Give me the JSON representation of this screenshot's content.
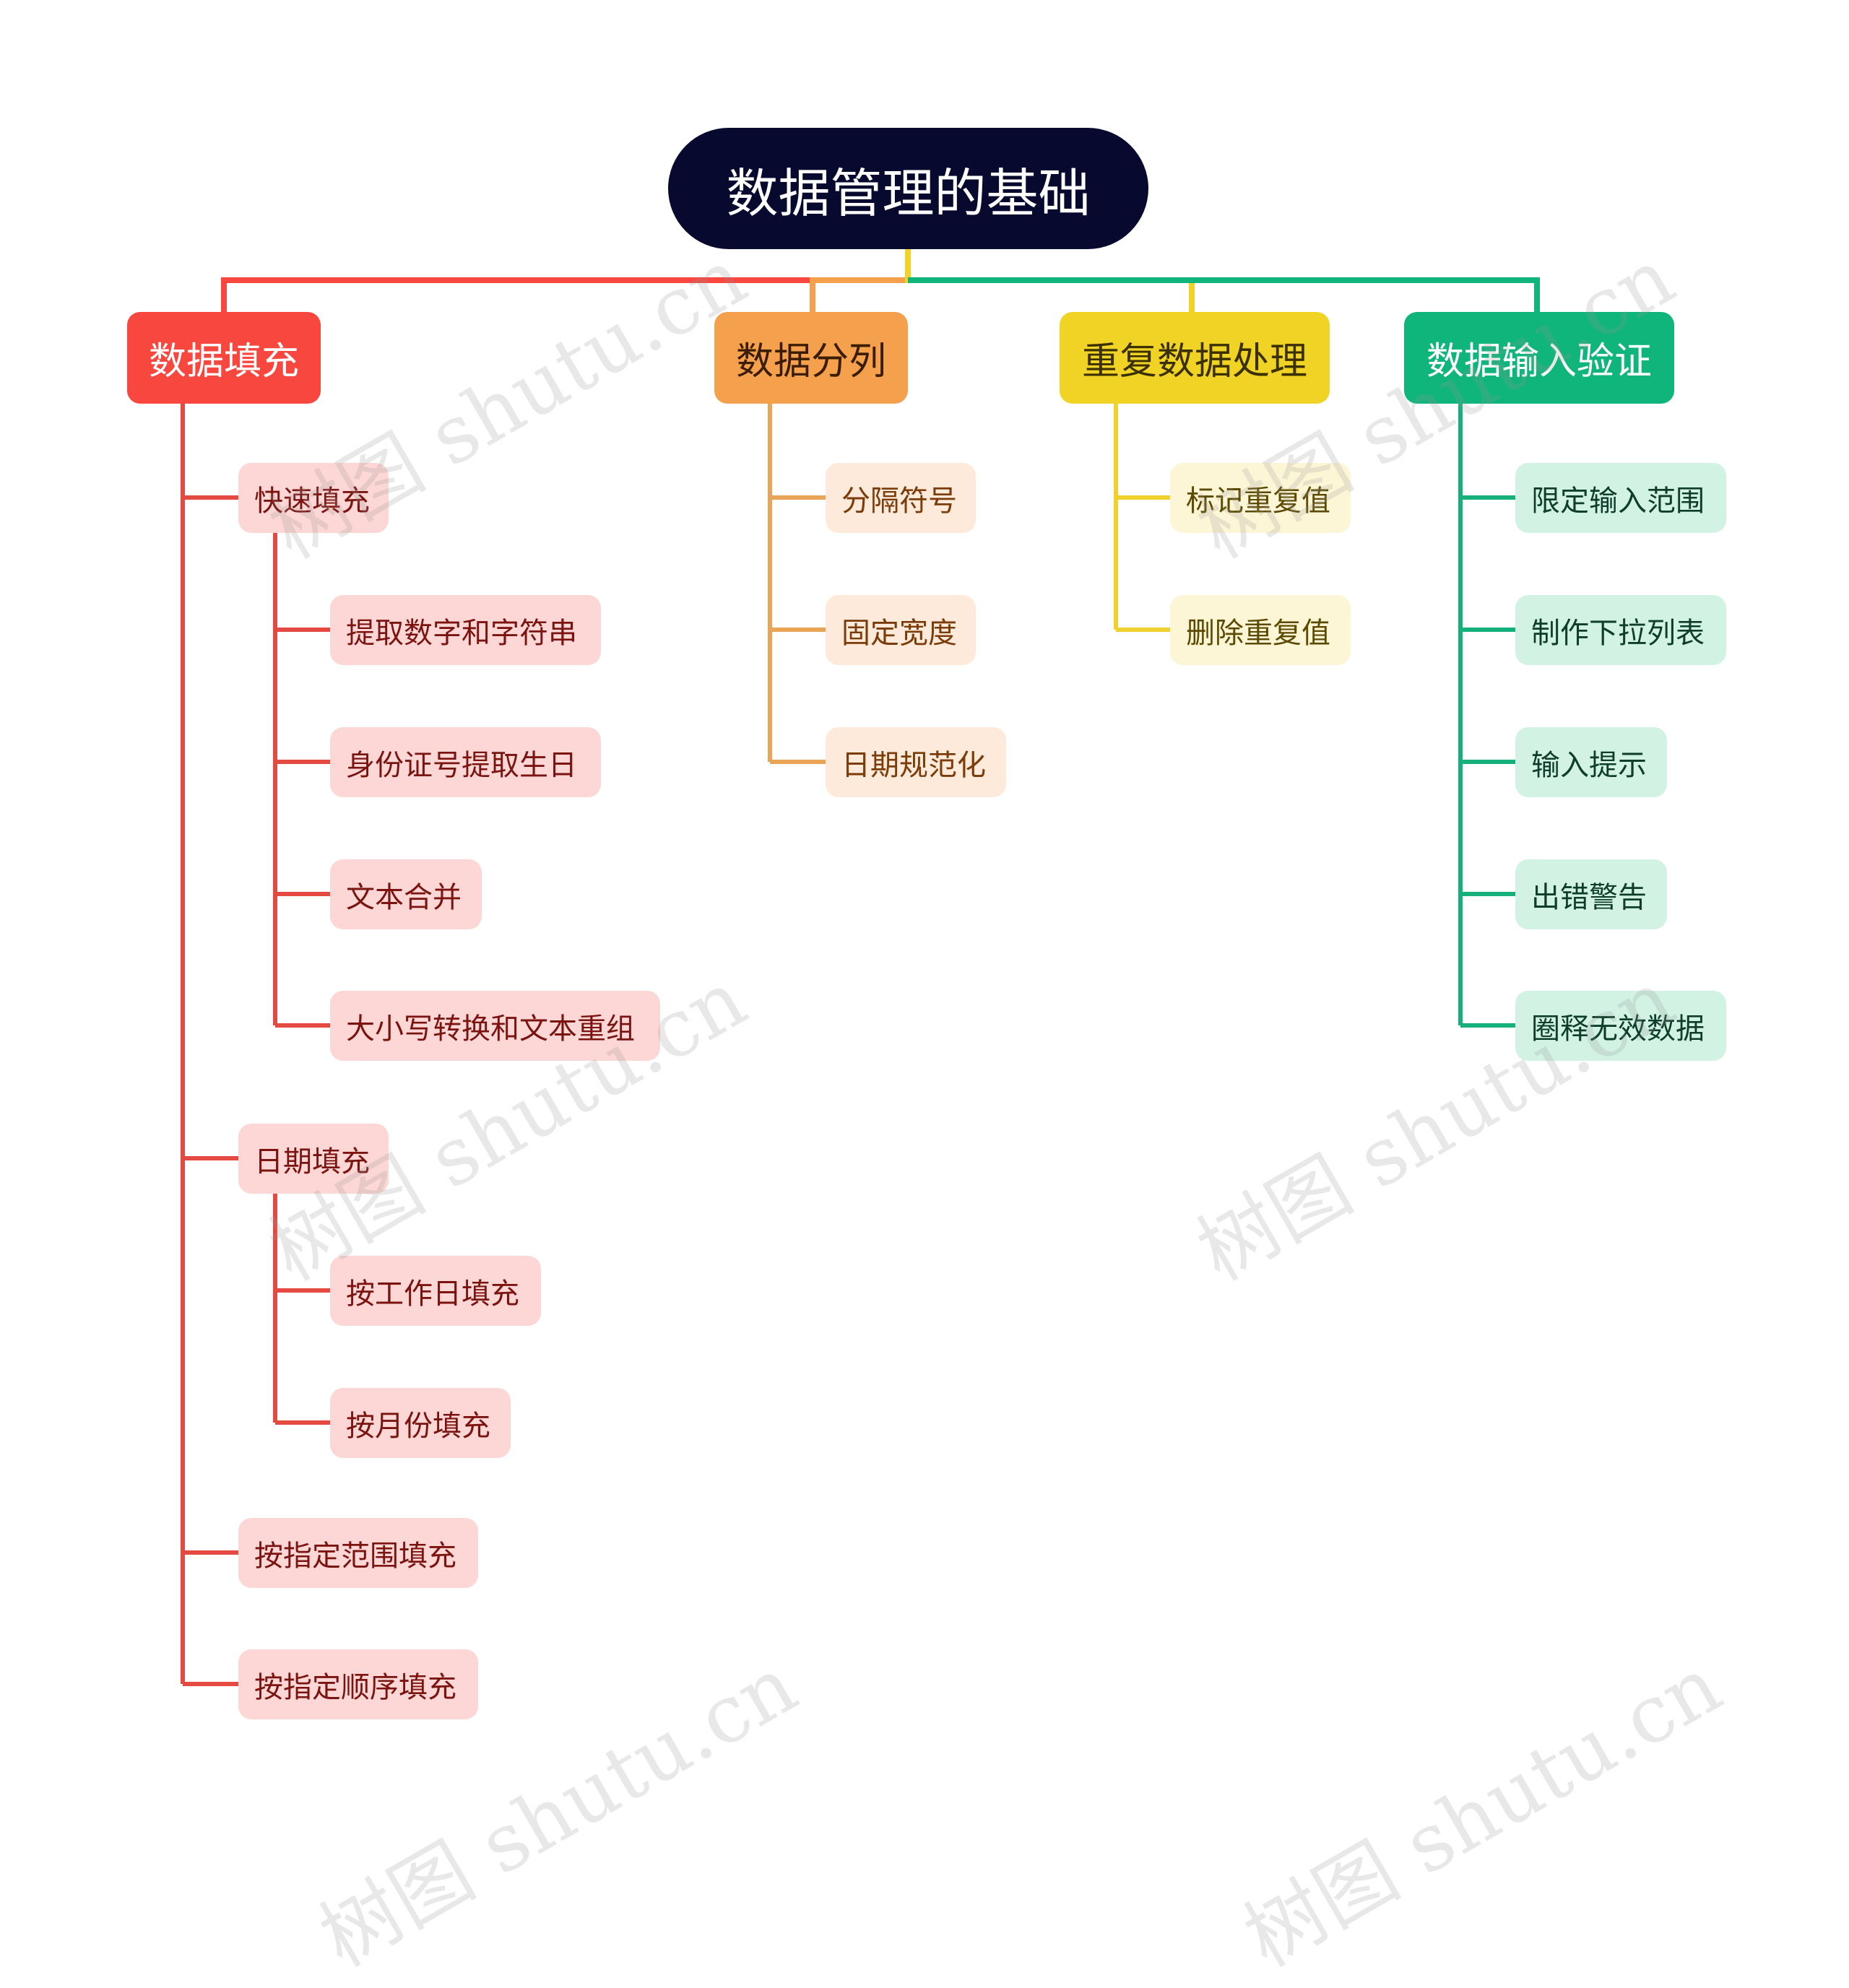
{
  "root": {
    "label": "数据管理的基础"
  },
  "branches": [
    {
      "label": "数据填充",
      "color": "#f7473f",
      "items": [
        "快速填充",
        "提取数字和字符串",
        "身份证号提取生日",
        "文本合并",
        "大小写转换和文本重组",
        "日期填充",
        "按工作日填充",
        "按月份填充",
        "按指定范围填充",
        "按指定顺序填充"
      ]
    },
    {
      "label": "数据分列",
      "color": "#f5a04c",
      "items": [
        "分隔符号",
        "固定宽度",
        "日期规范化"
      ]
    },
    {
      "label": "重复数据处理",
      "color": "#f1d325",
      "items": [
        "标记重复值",
        "删除重复值"
      ]
    },
    {
      "label": "数据输入验证",
      "color": "#10b57c",
      "items": [
        "限定输入范围",
        "制作下拉列表",
        "输入提示",
        "出错警告",
        "圈释无效数据"
      ]
    }
  ],
  "watermark": "树图 shutu.cn"
}
